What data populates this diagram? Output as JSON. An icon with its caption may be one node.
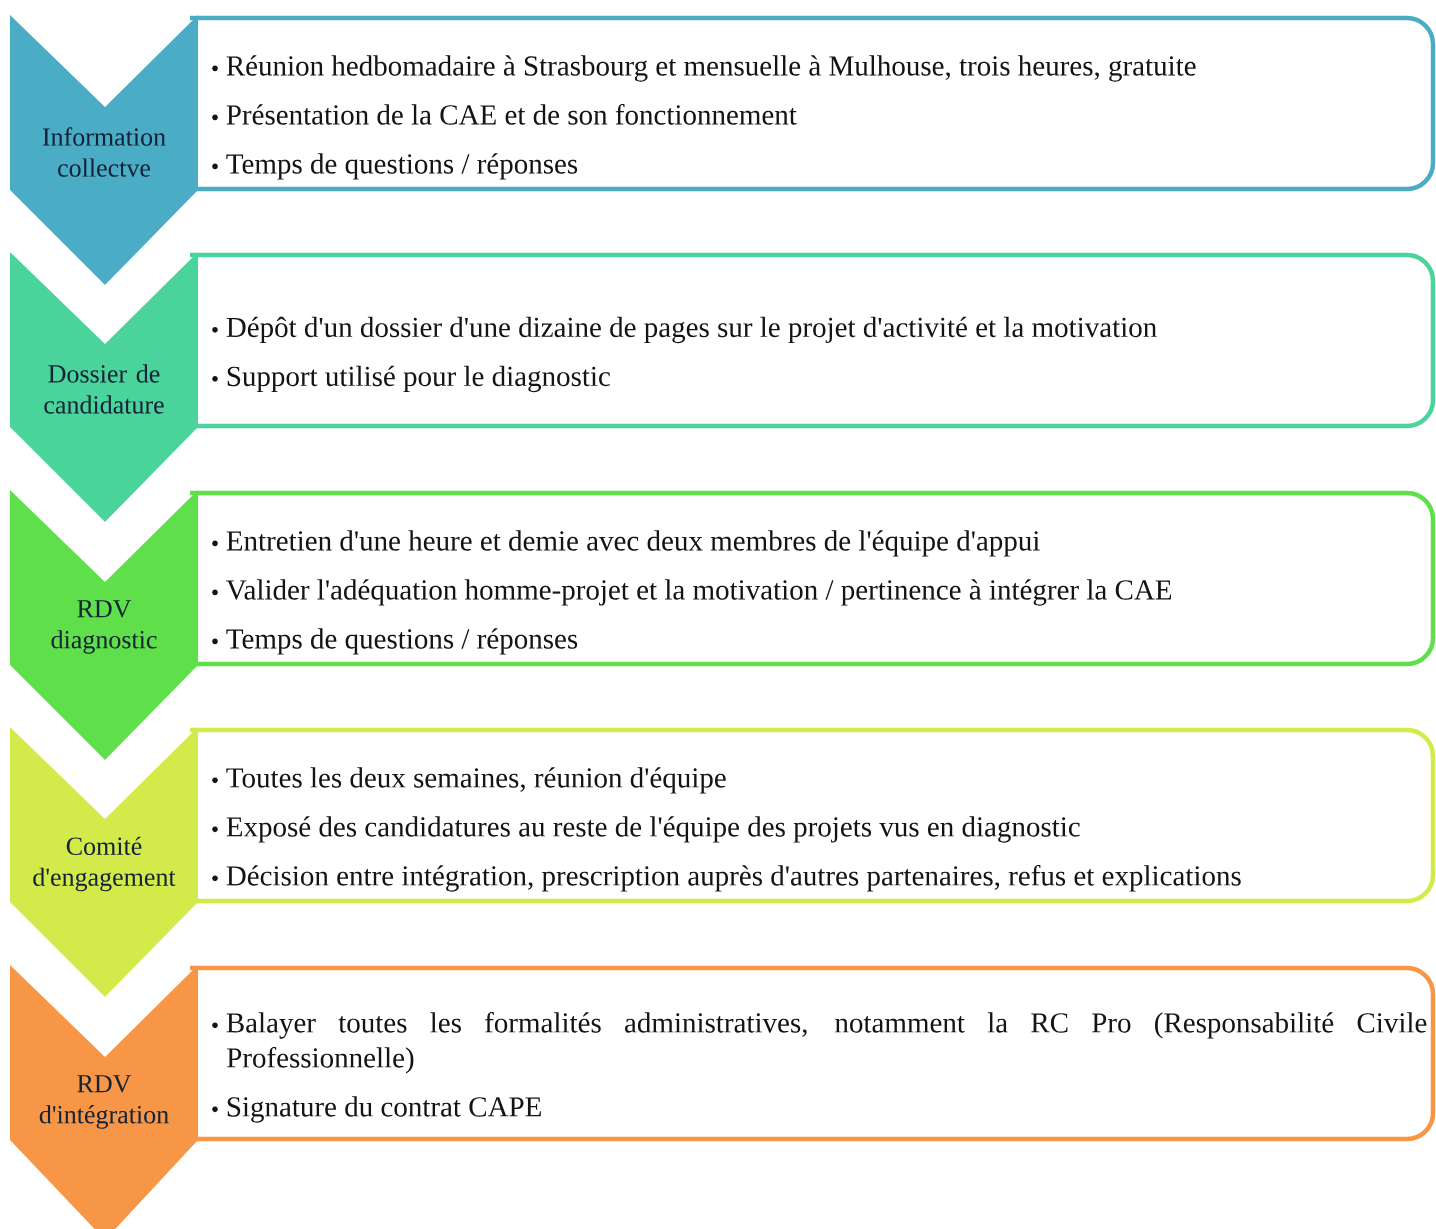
{
  "diagram": {
    "nodes": [
      {
        "text": [
          "Information collectve"
        ]
      },
      {
        "text": [
          "Réunion hedbomadaire à Strasbourg et mensuelle à Mulhouse, trois heures, gratuite",
          "Présentation de la CAE et de son fonctionnement",
          "Temps de questions / réponses"
        ]
      },
      {
        "text": [
          "Dossier de candidature"
        ]
      },
      {
        "text": [
          "Dépôt d'un dossier d'une dizaine de pages sur le projet d'activité et la motivation",
          "Support utilisé pour le diagnostic"
        ]
      },
      {
        "text": [
          "RDV diagnostic"
        ]
      },
      {
        "text": [
          "Entretien d'une heure et demie avec deux membres de l'équipe d'appui",
          "Valider l'adéquation homme-projet et la motivation / pertinence à intégrer la CAE",
          "Temps de questions / réponses"
        ]
      },
      {
        "text": [
          "Comité d'engagement"
        ]
      },
      {
        "text": [
          "Toutes les deux semaines, réunion d'équipe",
          "Exposé des candidatures au reste de l'équipe des projets vus en diagnostic",
          "Décision entre intégration, prescription auprès d'autres partenaires, refus et explications"
        ]
      },
      {
        "text": [
          "RDV d'intégration"
        ]
      },
      {
        "text": [
          "Balayer toutes les formalités administratives, notamment la RC Pro (Responsabilité Civile Professionnelle)",
          "Signature du contrat CAPE"
        ]
      }
    ]
  }
}
